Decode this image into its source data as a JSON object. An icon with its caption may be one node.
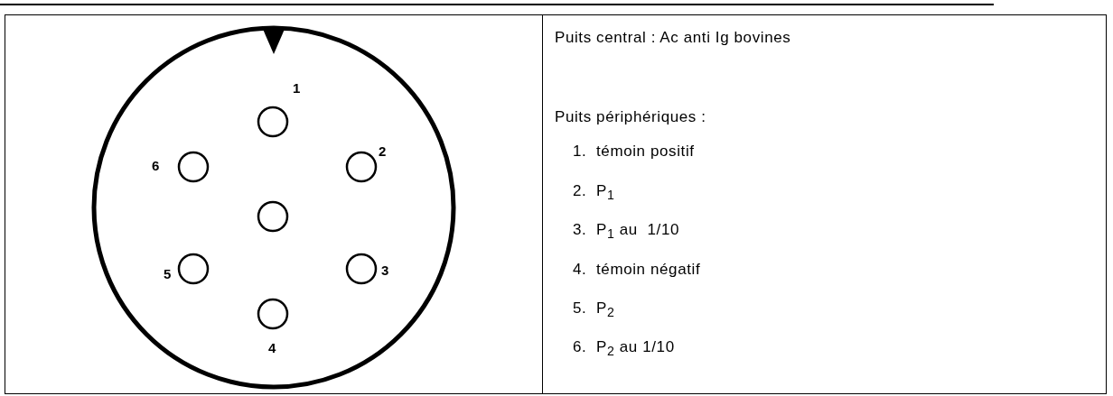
{
  "diagram": {
    "labels": [
      "1",
      "6",
      "2",
      "5",
      "3",
      "4",
      "Puits central : Ac anti Ig bovines",
      "Puits périphériques :",
      "1.  témoin positif",
      "2.  P$_{1}$",
      "3.  P$_{1}$ au  1/10",
      "4.  témoin négatif",
      "5.  P$_{2}$",
      "6.  P$_{2}$ au 1/10"
    ]
  }
}
